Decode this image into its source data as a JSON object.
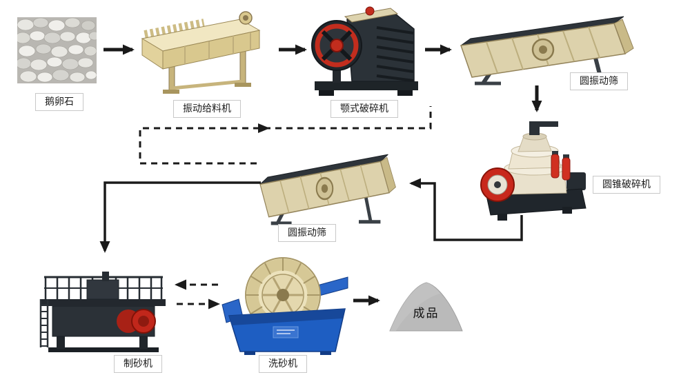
{
  "diagram": {
    "type": "process-flow"
  },
  "nodes": {
    "pebbles": {
      "label": "鹅卵石",
      "illustration": "cobblestone-photo"
    },
    "feeder": {
      "label": "振动给料机",
      "illustration": "vibrating-feeder"
    },
    "jaw_crusher": {
      "label": "颚式破碎机",
      "illustration": "jaw-crusher"
    },
    "screen_top": {
      "label": "圆振动筛",
      "illustration": "circular-vibrating-screen"
    },
    "cone_crusher": {
      "label": "圆锥破碎机",
      "illustration": "cone-crusher"
    },
    "screen_mid": {
      "label": "圆振动筛",
      "illustration": "circular-vibrating-screen"
    },
    "sand_maker": {
      "label": "制砂机",
      "illustration": "sand-making-machine"
    },
    "sand_washer": {
      "label": "洗砂机",
      "illustration": "sand-washer"
    },
    "product": {
      "label": "成品",
      "illustration": "stockpile-cone"
    }
  },
  "edges": [
    {
      "from": "pebbles",
      "to": "feeder",
      "style": "solid"
    },
    {
      "from": "feeder",
      "to": "jaw_crusher",
      "style": "solid"
    },
    {
      "from": "jaw_crusher",
      "to": "screen_top",
      "style": "solid"
    },
    {
      "from": "screen_top",
      "to": "cone_crusher",
      "style": "solid"
    },
    {
      "from": "cone_crusher",
      "to": "screen_mid",
      "style": "solid"
    },
    {
      "from": "screen_mid",
      "to": "sand_maker",
      "style": "solid"
    },
    {
      "from": "sand_washer",
      "to": "product",
      "style": "solid"
    },
    {
      "from": "screen_mid",
      "to": "jaw_crusher",
      "style": "dashed"
    },
    {
      "from": "sand_washer",
      "to": "sand_maker",
      "style": "dashed"
    },
    {
      "from": "sand_maker",
      "to": "sand_washer",
      "style": "dashed"
    }
  ],
  "colors": {
    "background": "#ffffff",
    "arrow": "#1a1a1a",
    "label_border": "#c8c8c8",
    "label_text": "#1a1a1a",
    "machine_beige": "#ddd2ac",
    "machine_dark": "#2b3138",
    "accent_red": "#c8281c",
    "washer_blue": "#1e5ec2",
    "product_gray": "#bababa"
  }
}
